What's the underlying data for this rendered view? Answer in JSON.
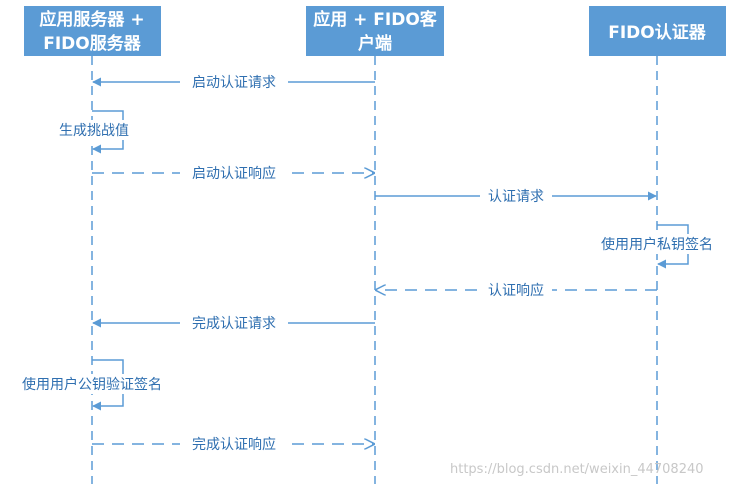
{
  "colors": {
    "accent": "#5b9bd5",
    "label": "#2f6fb0",
    "watermark": "#c8c8c8"
  },
  "participants": [
    {
      "id": "server",
      "label_line1": "应用服务器 +",
      "label_line2": "FIDO服务器"
    },
    {
      "id": "client",
      "label_line1": "应用 + FIDO客",
      "label_line2": "户端"
    },
    {
      "id": "authenticator",
      "label_line1": "FIDO认证器",
      "label_line2": ""
    }
  ],
  "messages": [
    {
      "kind": "message",
      "from": "client",
      "to": "server",
      "label": "启动认证请求",
      "style": "solid"
    },
    {
      "kind": "self",
      "actor": "server",
      "label": "生成挑战值"
    },
    {
      "kind": "message",
      "from": "server",
      "to": "client",
      "label": "启动认证响应",
      "style": "dashed"
    },
    {
      "kind": "message",
      "from": "client",
      "to": "authenticator",
      "label": "认证请求",
      "style": "solid"
    },
    {
      "kind": "self",
      "actor": "authenticator",
      "label": "使用用户私钥签名"
    },
    {
      "kind": "message",
      "from": "authenticator",
      "to": "client",
      "label": "认证响应",
      "style": "dashed"
    },
    {
      "kind": "message",
      "from": "client",
      "to": "server",
      "label": "完成认证请求",
      "style": "solid"
    },
    {
      "kind": "self",
      "actor": "server",
      "label": "使用用户公钥验证签名"
    },
    {
      "kind": "message",
      "from": "server",
      "to": "client",
      "label": "完成认证响应",
      "style": "dashed"
    }
  ],
  "watermark": "https://blog.csdn.net/weixin_44708240"
}
